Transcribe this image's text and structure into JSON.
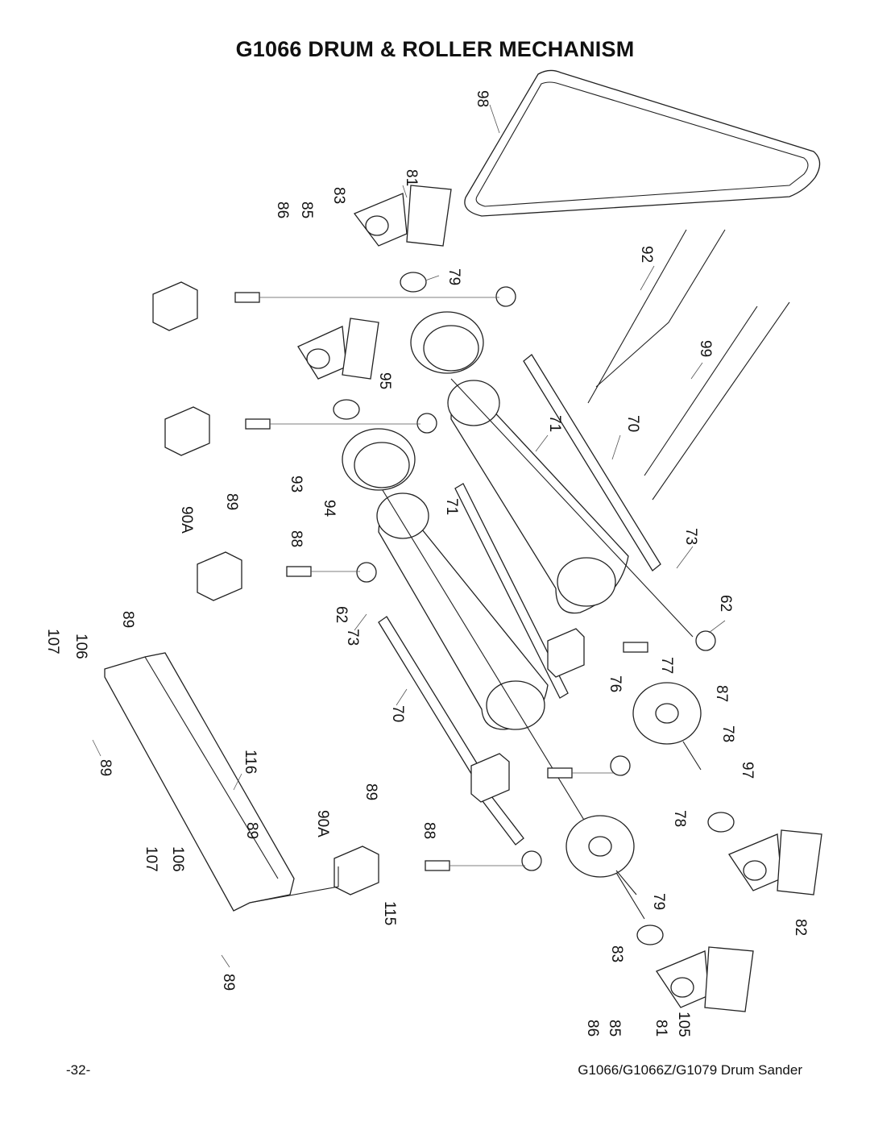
{
  "title": "G1066 DRUM & ROLLER MECHANISM",
  "callouts": [
    "98",
    "81",
    "83",
    "85",
    "86",
    "79",
    "92",
    "99",
    "95",
    "71",
    "70",
    "93",
    "89",
    "90A",
    "94",
    "88",
    "62",
    "73",
    "107",
    "106",
    "116",
    "77",
    "76",
    "87",
    "78",
    "97",
    "115",
    "82",
    "105"
  ],
  "footer": {
    "page_number": "-32-",
    "document": "G1066/G1066Z/G1079 Drum Sander"
  }
}
